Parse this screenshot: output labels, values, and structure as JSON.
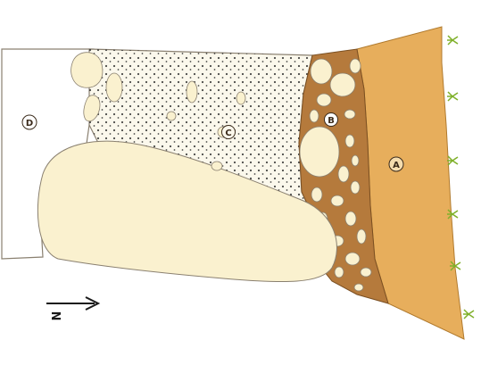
{
  "labels": {
    "layer_a": "A",
    "layer_b": "B",
    "layer_c": "C",
    "layer_d": "D",
    "north": "N"
  },
  "colors": {
    "layer_a": "#e7ae5c",
    "layer_b": "#b57a3c",
    "layer_c": "#fbf8ec",
    "layer_d": "#ffffff",
    "rock": "#faf1cf",
    "outline": "#8a8070",
    "grass": "#7fb02a"
  },
  "icons": {
    "vegetation": "grass-tuft-icon",
    "north_arrow": "arrow-right-icon"
  }
}
